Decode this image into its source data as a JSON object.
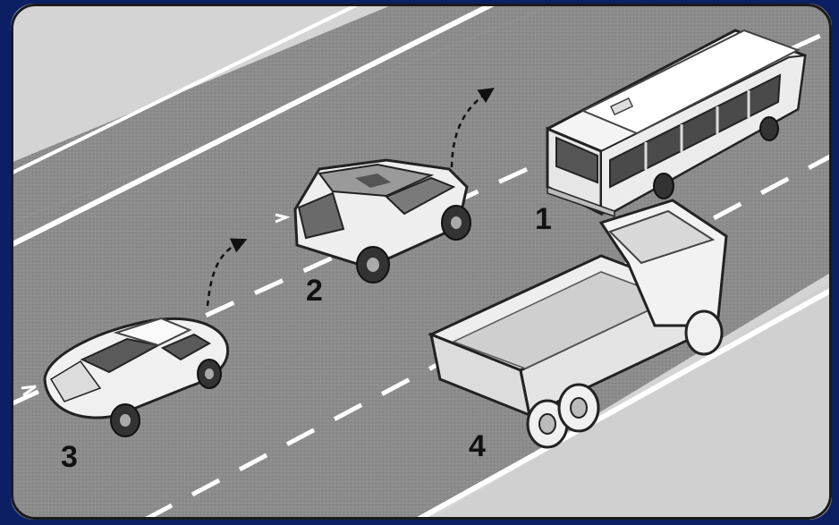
{
  "labels": {
    "vehicle_1": "1",
    "vehicle_2": "2",
    "vehicle_3": "3",
    "vehicle_4": "4"
  },
  "colors": {
    "frame_background": "#0d1f63",
    "road": "#8a8a8a",
    "shoulder": "#d2d2d2",
    "lane_marking": "#ffffff"
  },
  "icons": [
    "bus-icon",
    "suv-icon",
    "sedan-icon",
    "dump-truck-icon",
    "lane-change-arrow-icon"
  ]
}
